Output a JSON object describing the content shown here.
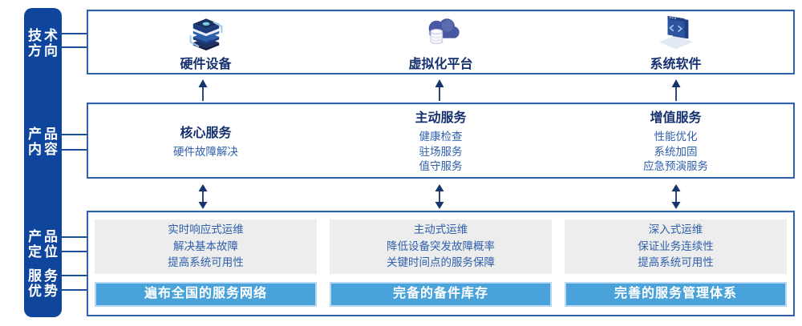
{
  "sidebar": {
    "items": [
      {
        "line1": "技术",
        "line2": "方向"
      },
      {
        "line1": "产品",
        "line2": "内容"
      },
      {
        "line1": "产品",
        "line2": "定位"
      },
      {
        "line1": "服务",
        "line2": "优势"
      }
    ]
  },
  "tech_direction": {
    "items": [
      {
        "icon": "server-stack-icon",
        "label": "硬件设备"
      },
      {
        "icon": "cloud-platform-icon",
        "label": "虚拟化平台"
      },
      {
        "icon": "software-window-icon",
        "label": "系统软件"
      }
    ]
  },
  "product_content": {
    "columns": [
      {
        "title": "核心服务",
        "items": [
          "硬件故障解决"
        ]
      },
      {
        "title": "主动服务",
        "items": [
          "健康检查",
          "驻场服务",
          "值守服务"
        ]
      },
      {
        "title": "增值服务",
        "items": [
          "性能优化",
          "系统加固",
          "应急预演服务"
        ]
      }
    ]
  },
  "product_position": {
    "columns": [
      {
        "lines": [
          "实时响应式运维",
          "解决基本故障",
          "提高系统可用性"
        ],
        "bar": "遍布全国的服务网络"
      },
      {
        "lines": [
          "主动式运维",
          "降低设备突发故障概率",
          "关键时间点的服务保障"
        ],
        "bar": "完备的备件库存"
      },
      {
        "lines": [
          "深入式运维",
          "保证业务连续性",
          "提高系统可用性"
        ],
        "bar": "完善的服务管理体系"
      }
    ]
  },
  "colors": {
    "sidebar_blue": "#0f459c",
    "box_border": "#2e60ab",
    "title_navy": "#15306e",
    "item_blue": "#2e5fab",
    "panel_gray": "#ededed",
    "bar_sky_blue": "#4aa2da",
    "bar_halo_blue": "#b5d9f2",
    "arrow_navy": "#16356e",
    "connector_blue": "#1d4f9e",
    "text_white": "#ffffff"
  }
}
